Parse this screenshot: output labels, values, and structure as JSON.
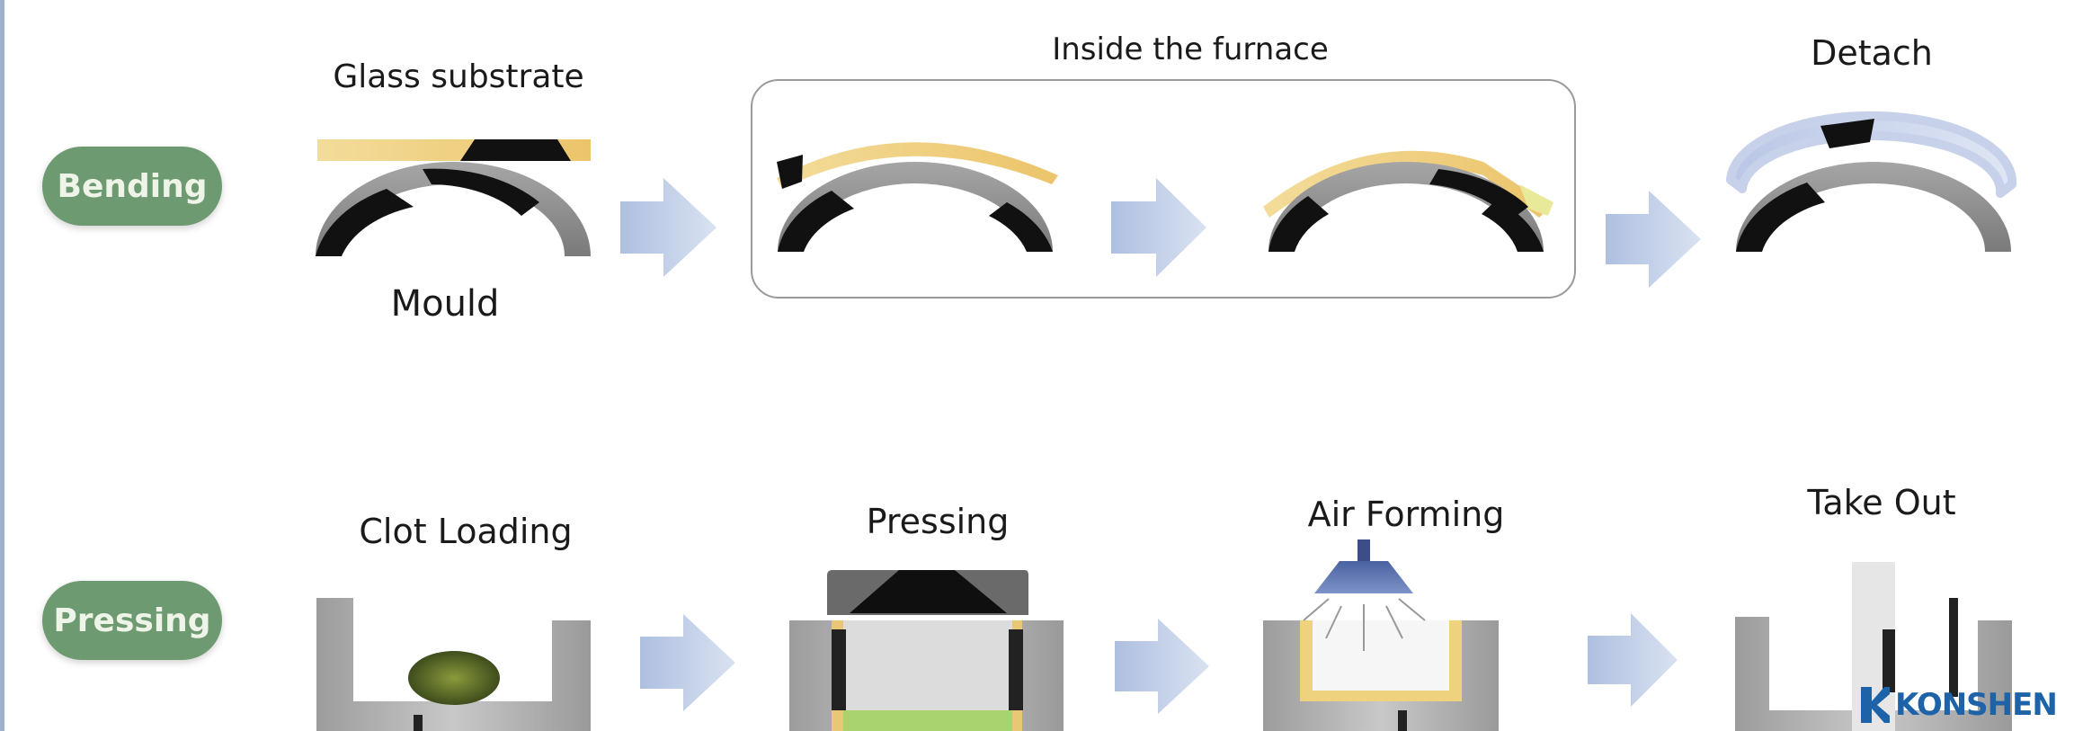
{
  "rows": {
    "bending": {
      "label": "Bending",
      "steps": {
        "glass_substrate": "Glass substrate",
        "mould": "Mould",
        "inside_furnace": "Inside the furnace",
        "detach": "Detach"
      }
    },
    "pressing": {
      "label": "Pressing",
      "steps": {
        "clot_loading": "Clot Loading",
        "pressing": "Pressing",
        "air_forming": "Air Forming",
        "take_out": "Take Out"
      }
    }
  },
  "brand": {
    "name": "KONSHEN"
  },
  "colors": {
    "pill_green": "#6d9a70",
    "arrow_blue": "#b3c4e2",
    "glass_yellow": "#f0cf78",
    "mould_grey": "#8c8c8c",
    "mould_black": "#111111",
    "brand_blue": "#1e63a8"
  }
}
